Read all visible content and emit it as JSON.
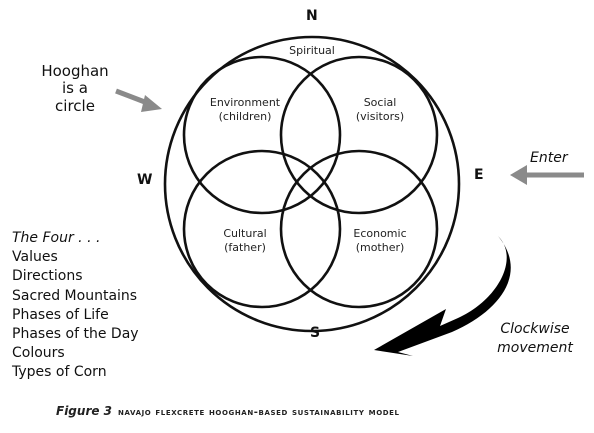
{
  "compass": {
    "north": "N",
    "south": "S",
    "east": "E",
    "west": "W"
  },
  "outer_label": "Spiritual",
  "circles": {
    "environment": {
      "name": "Environment",
      "sub": "(children)"
    },
    "social": {
      "name": "Social",
      "sub": "(visitors)"
    },
    "cultural": {
      "name": "Cultural",
      "sub": "(father)"
    },
    "economic": {
      "name": "Economic",
      "sub": "(mother)"
    }
  },
  "hooghan_note": {
    "line1": "Hooghan",
    "line2": "is a",
    "line3": "circle"
  },
  "enter_label": "Enter",
  "clockwise_note": {
    "line1": "Clockwise",
    "line2": "movement"
  },
  "four_list": {
    "title": "The Four . . .",
    "items": [
      "Values",
      "Directions",
      "Sacred Mountains",
      "Phases of Life",
      "Phases of the Day",
      "Colours",
      "Types of Corn"
    ]
  },
  "caption": {
    "figure": "Figure 3",
    "text": "navajo flexcrete hooghan-based sustainability model"
  },
  "colors": {
    "arrow_gray": "#8a8a8a",
    "line": "#111111"
  }
}
